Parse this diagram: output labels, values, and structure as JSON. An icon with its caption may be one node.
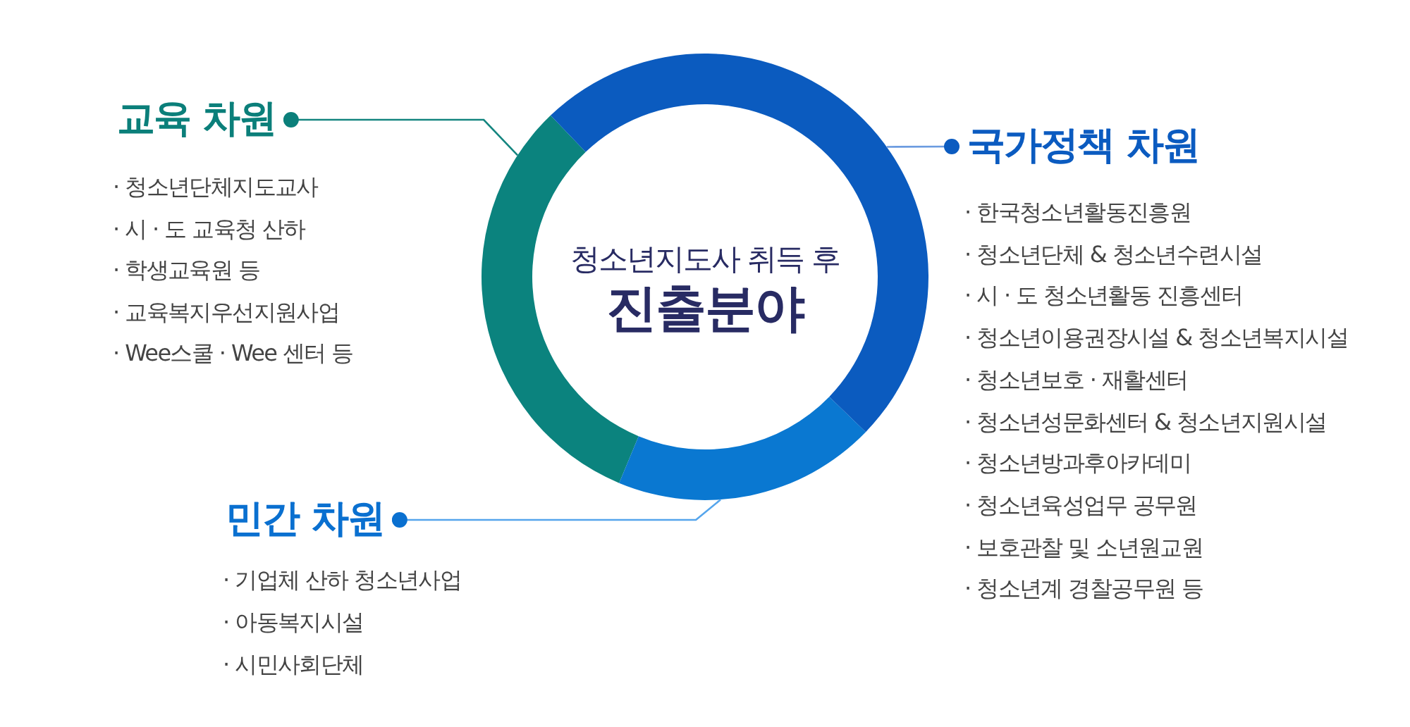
{
  "diagram": {
    "nodes": [
      {
        "text": [
          "청소년지도사 취득 후",
          "진출분야"
        ]
      },
      {
        "text": [],
        "shape": "arc"
      },
      {
        "text": [],
        "shape": "arc"
      },
      {
        "text": [],
        "shape": "arc"
      },
      {
        "text": [
          "교육 차원"
        ],
        "beside": [
          "· 청소년단체지도교사",
          "· 시 · 도 교육청 산하",
          "· 학생교육원 등",
          "· 교육복지우선지원사업",
          "· Wee스쿨 · Wee 센터 등"
        ]
      },
      {
        "text": [
          "국가정책 차원"
        ],
        "beside": [
          "· 한국청소년활동진흥원",
          "· 청소년단체 & 청소년수련시설",
          "· 시 · 도 청소년활동 진흥센터",
          "· 청소년이용권장시설 & 청소년복지시설",
          "· 청소년보호 · 재활센터",
          "· 청소년성문화센터 & 청소년지원시설",
          "· 청소년방과후아카데미",
          "· 청소년육성업무 공무원",
          "· 보호관찰 및 소년원교원",
          "· 청소년계 경찰공무원 등"
        ]
      },
      {
        "text": [
          "민간 차원"
        ],
        "beside": [
          "· 기업체 산하 청소년사업",
          "· 아동복지시설",
          "· 시민사회단체"
        ]
      }
    ],
    "edges": [
      {
        "from": 4,
        "to": 1,
        "arrow": "other",
        "color": "#14857f"
      },
      {
        "from": 5,
        "to": 3,
        "arrow": "other",
        "color": "#6b9be0"
      },
      {
        "from": 6,
        "to": 2,
        "arrow": "other",
        "color": "#55a5ec"
      }
    ]
  }
}
